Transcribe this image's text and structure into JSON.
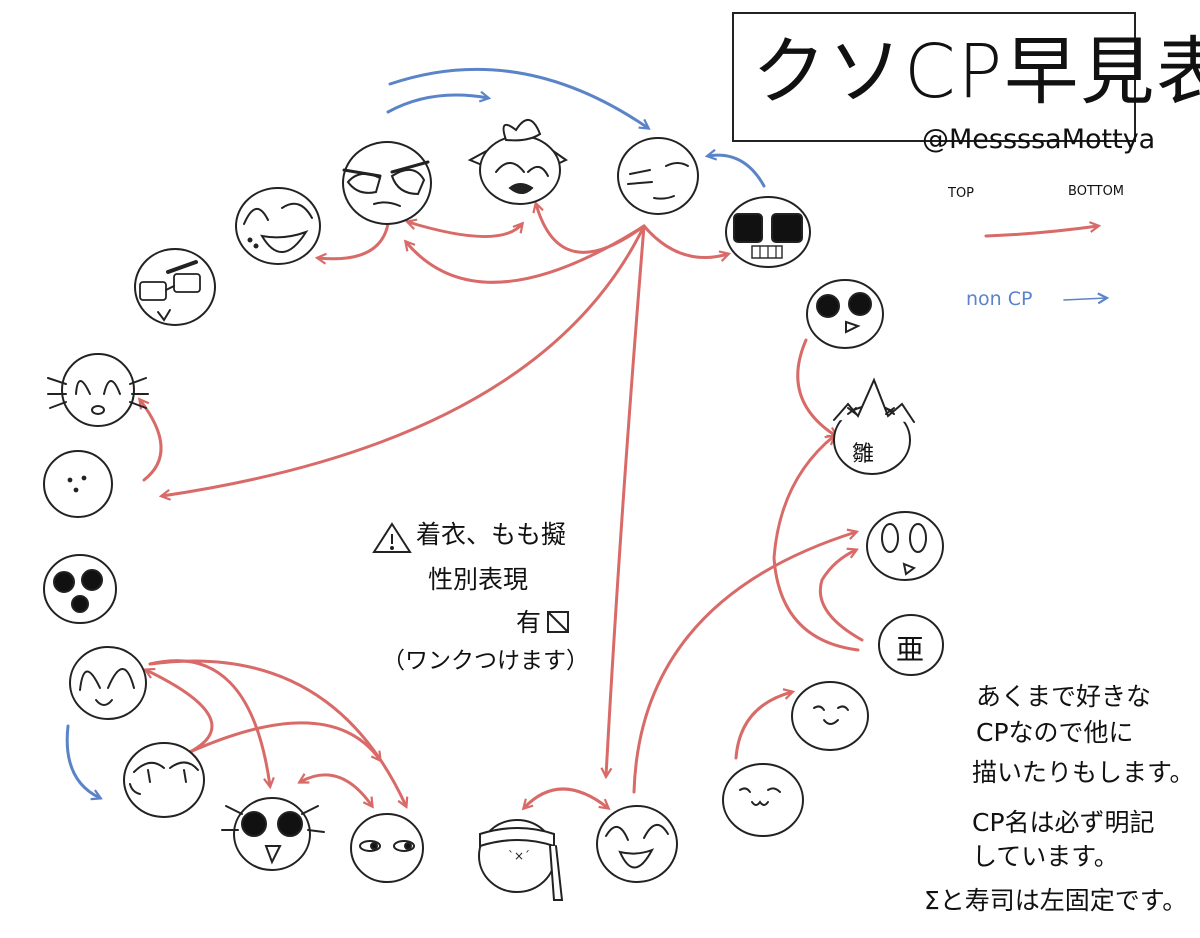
{
  "title": "クソCP早見表",
  "handle": "@MessssaMottya",
  "legend": {
    "top_label": "TOP",
    "bottom_label": "BOTTOM",
    "noncp_label": "non CP",
    "cp_arrow_color": "#d86a68",
    "noncp_arrow_color": "#5b84c8"
  },
  "warning": {
    "icon": "warning-triangle-icon",
    "line1": "着衣、もも擬",
    "line2": "性別表現",
    "line3": "有",
    "line4": "（ワンクつけます）"
  },
  "note": {
    "line1": "あくまで好きな",
    "line2": "CPなので他に",
    "line3": "描いたりもします。",
    "line4": "CP名は必ず明記",
    "line5": "しています。",
    "line6": "Σと寿司は左固定です。"
  },
  "characters": [
    {
      "id": "glasses-face"
    },
    {
      "id": "grin-face"
    },
    {
      "id": "angry-eyes-face"
    },
    {
      "id": "fox-face"
    },
    {
      "id": "smug-face"
    },
    {
      "id": "black-square-eyes-face"
    },
    {
      "id": "whisker-face"
    },
    {
      "id": "dot-face"
    },
    {
      "id": "black-dots-face"
    },
    {
      "id": "arch-eyes-face"
    },
    {
      "id": "sleepy-face"
    },
    {
      "id": "big-black-eyes-face"
    },
    {
      "id": "side-eye-face"
    },
    {
      "id": "headband-face"
    },
    {
      "id": "laughing-face"
    },
    {
      "id": "bird-face"
    },
    {
      "id": "crown-face"
    },
    {
      "id": "oval-eyes-face"
    },
    {
      "id": "kanji-face"
    },
    {
      "id": "smile-face"
    },
    {
      "id": "cat-mouth-face"
    }
  ],
  "face_kanji": {
    "crown": "雛",
    "kanji": "亜"
  }
}
